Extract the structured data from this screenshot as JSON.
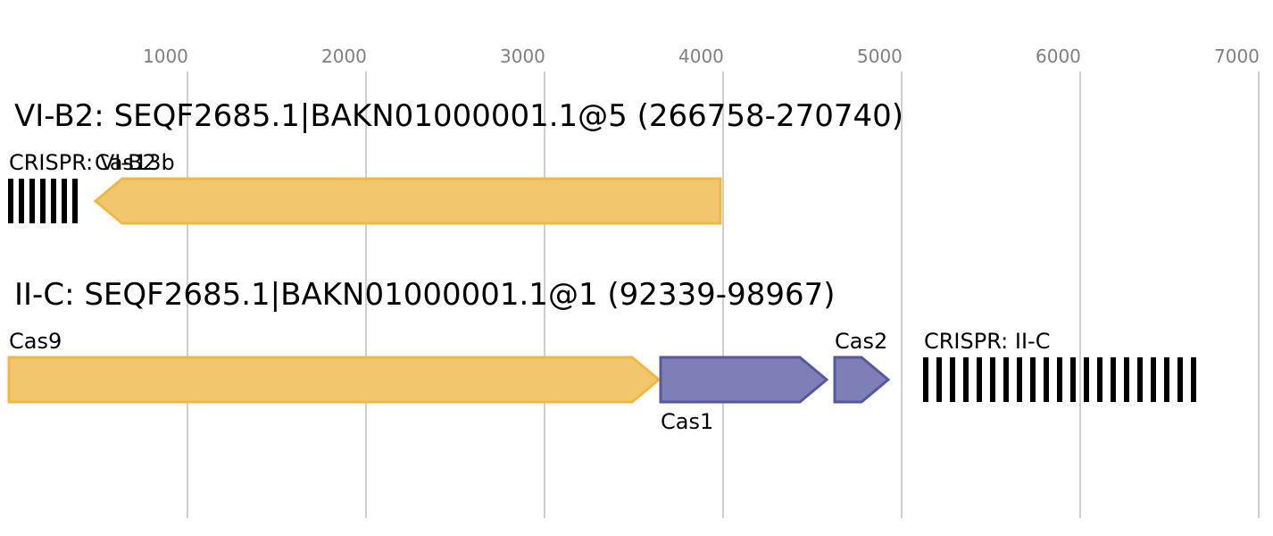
{
  "axis": {
    "ticks": [
      "1000",
      "2000",
      "3000",
      "4000",
      "5000",
      "6000",
      "7000"
    ],
    "gridline_color": "#c0c0c0",
    "label_color": "#808080"
  },
  "loci": [
    {
      "title": "VI-B2: SEQF2685.1|BAKN01000001.1@5 (266758-270740)",
      "features": [
        {
          "name": "CRISPR: VI-B2",
          "kind": "crispr",
          "start": 0,
          "end": 360,
          "repeats": 6
        },
        {
          "name": "Cas13b",
          "kind": "gene",
          "strand": "-",
          "start": 485,
          "end": 3985,
          "color": "#f2c66d",
          "stroke": "#f0b840"
        }
      ]
    },
    {
      "title": "II-C: SEQF2685.1|BAKN01000001.1@1 (92339-98967)",
      "features": [
        {
          "name": "Cas9",
          "kind": "gene",
          "strand": "+",
          "start": 0,
          "end": 3640,
          "color": "#f2c66d",
          "stroke": "#f0b840"
        },
        {
          "name": "Cas1",
          "kind": "gene",
          "strand": "+",
          "start": 3650,
          "end": 4580,
          "color": "#7f7fb8",
          "stroke": "#5558a0",
          "label_below": true
        },
        {
          "name": "Cas2",
          "kind": "gene",
          "strand": "+",
          "start": 4625,
          "end": 4925,
          "color": "#7f7fb8",
          "stroke": "#5558a0"
        },
        {
          "name": "CRISPR: II-C",
          "kind": "crispr",
          "start": 5125,
          "end": 6625,
          "repeats": 20
        }
      ]
    }
  ]
}
